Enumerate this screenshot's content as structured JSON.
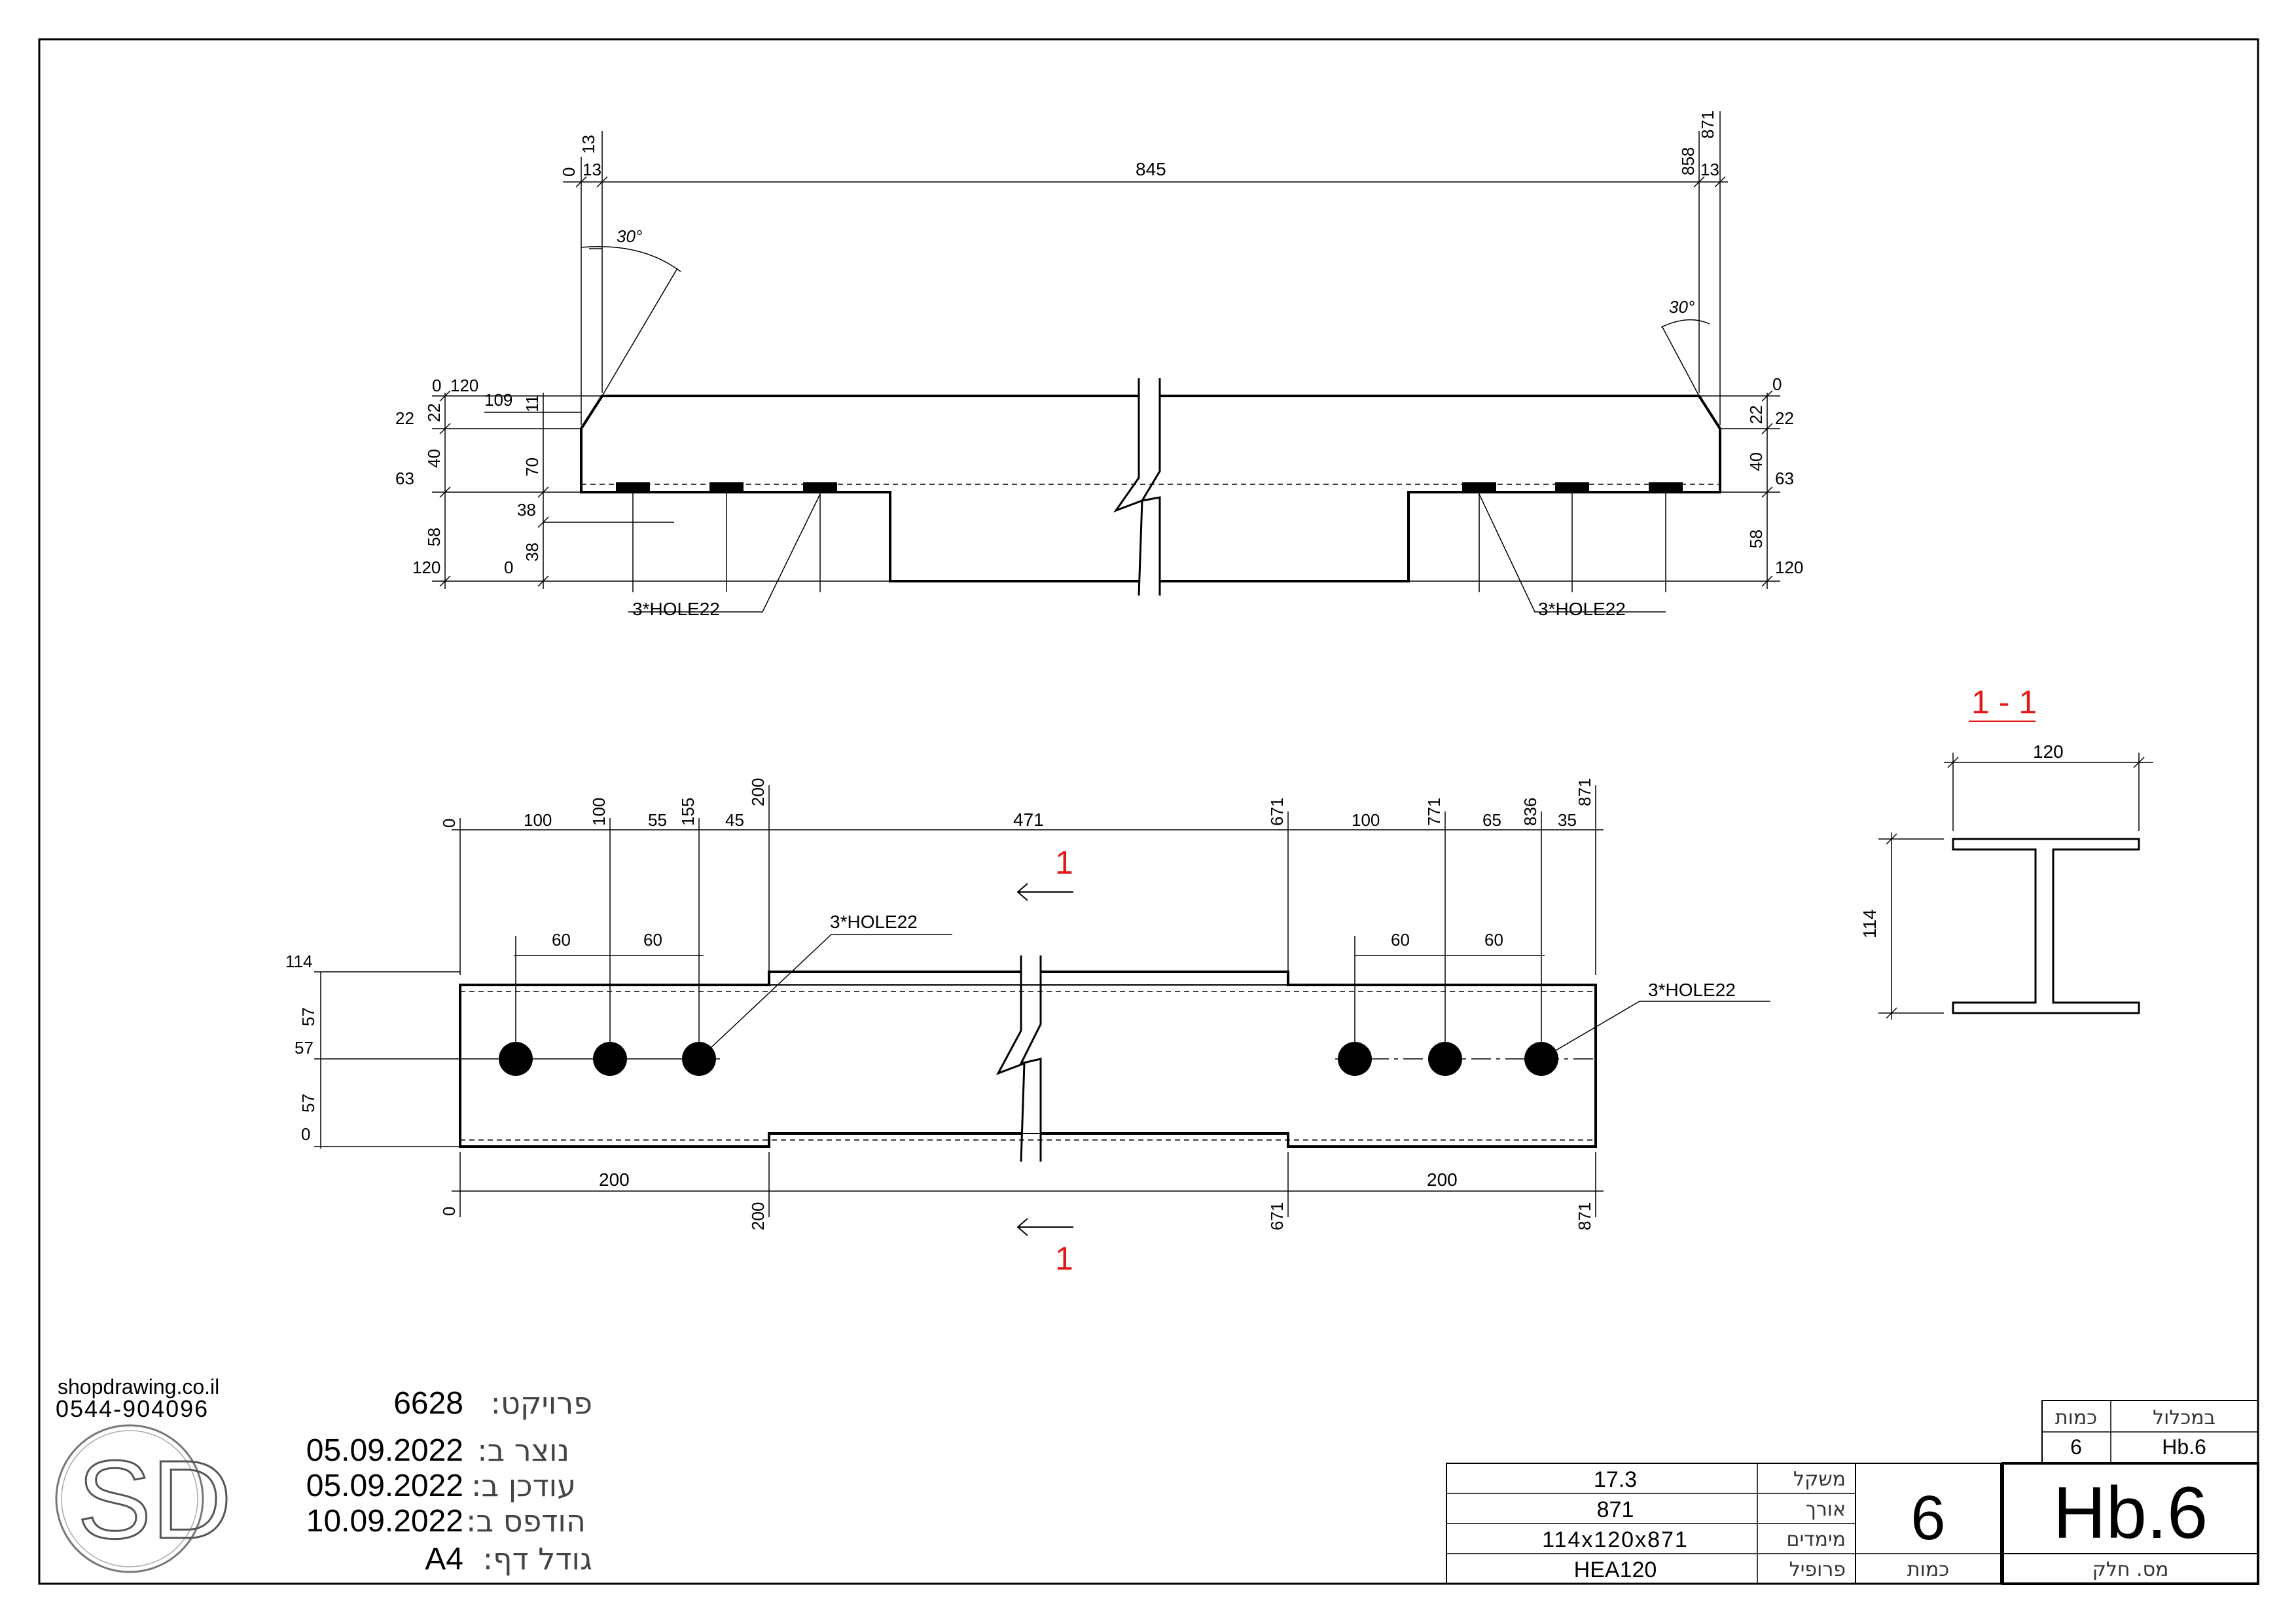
{
  "top_view": {
    "dims_top": [
      "0",
      "13",
      "13",
      "845",
      "858",
      "13",
      "871"
    ],
    "angle_left": "30°",
    "angle_right": "30°",
    "left_dims": [
      "0",
      "120",
      "109",
      "22",
      "11",
      "22",
      "40",
      "70",
      "63",
      "38",
      "58",
      "38",
      "120",
      "0"
    ],
    "right_dims": [
      "0",
      "22",
      "22",
      "40",
      "63",
      "58",
      "120"
    ],
    "hole_label_left": "3*HOLE22",
    "hole_label_right": "3*HOLE22"
  },
  "plan_view": {
    "top_dims": [
      "0",
      "100",
      "100",
      "55",
      "155",
      "45",
      "200",
      "471",
      "671",
      "100",
      "771",
      "65",
      "836",
      "35",
      "871"
    ],
    "spacing": [
      "60",
      "60",
      "60",
      "60"
    ],
    "left_dims": [
      "114",
      "57",
      "57",
      "57",
      "0"
    ],
    "bottom_dims": [
      "0",
      "200",
      "200",
      "671",
      "200",
      "871"
    ],
    "hole_label_left": "3*HOLE22",
    "hole_label_right": "3*HOLE22",
    "section_mark_top": "1",
    "section_mark_bottom": "1"
  },
  "section": {
    "title": "1 - 1",
    "width": "120",
    "height": "114"
  },
  "company": {
    "website": "shopdrawing.co.il",
    "phone": "0544-904096",
    "logo_letters": "SD"
  },
  "project_info": [
    {
      "label": "פרויקט:",
      "value": "6628"
    },
    {
      "label": "נוצר ב:",
      "value": "05.09.2022"
    },
    {
      "label": "עודכן ב:",
      "value": "05.09.2022"
    },
    {
      "label": "הודפס ב:",
      "value": "10.09.2022"
    },
    {
      "label": "גודל דף:",
      "value": "A4"
    }
  ],
  "title_block": {
    "rows": [
      {
        "label": "משקל",
        "value": "17.3"
      },
      {
        "label": "אורך",
        "value": "871"
      },
      {
        "label": "מימדים",
        "value": "114x120x871"
      },
      {
        "label": "פרופיל",
        "value": "HEA120"
      }
    ],
    "quantity_label": "כמות",
    "quantity_value": "6",
    "part_label": "מס. חלק",
    "part_value": "Hb.6",
    "assembly_header": "במכלול",
    "assembly_qty_header": "כמות",
    "assembly_value": "Hb.6",
    "assembly_qty": "6"
  }
}
